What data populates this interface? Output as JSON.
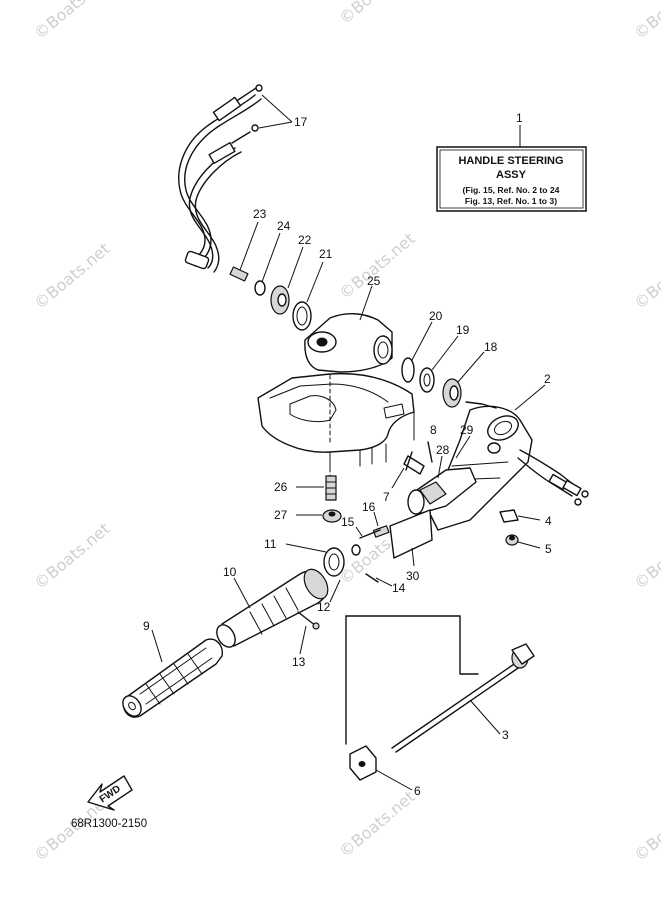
{
  "watermark": "©Boats.net",
  "title_box": {
    "ref": "1",
    "line1": "HANDLE STEERING",
    "line2": "ASSY",
    "line3": "(Fig. 15, Ref. No. 2 to 24",
    "line4": "Fig. 13, Ref. No. 1 to 3)"
  },
  "diagram_code": "68R1300-2150",
  "fwd_label": "FWD",
  "parts": {
    "p2": "2",
    "p3": "3",
    "p4": "4",
    "p5": "5",
    "p6": "6",
    "p7": "7",
    "p8": "8",
    "p9": "9",
    "p10": "10",
    "p11": "11",
    "p12": "12",
    "p13": "13",
    "p14": "14",
    "p15": "15",
    "p16": "16",
    "p17": "17",
    "p18": "18",
    "p19": "19",
    "p20": "20",
    "p21": "21",
    "p22": "22",
    "p23": "23",
    "p24": "24",
    "p25": "25",
    "p26": "26",
    "p27": "27",
    "p28": "28",
    "p29": "29",
    "p30": "30"
  }
}
